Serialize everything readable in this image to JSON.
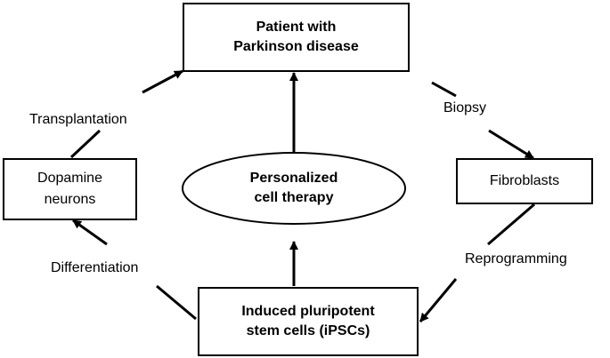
{
  "nodes": {
    "patient": {
      "line1": "Patient with",
      "line2": "Parkinson disease"
    },
    "fibroblasts": {
      "label": "Fibroblasts"
    },
    "ipscs": {
      "line1": "Induced pluripotent",
      "line2": "stem cells (iPSCs)"
    },
    "dopamine": {
      "line1": "Dopamine",
      "line2": "neurons"
    },
    "therapy": {
      "line1": "Personalized",
      "line2": "cell therapy"
    }
  },
  "edges": {
    "biopsy": "Biopsy",
    "reprogramming": "Reprogramming",
    "differentiation": "Differentiation",
    "transplantation": "Transplantation"
  }
}
